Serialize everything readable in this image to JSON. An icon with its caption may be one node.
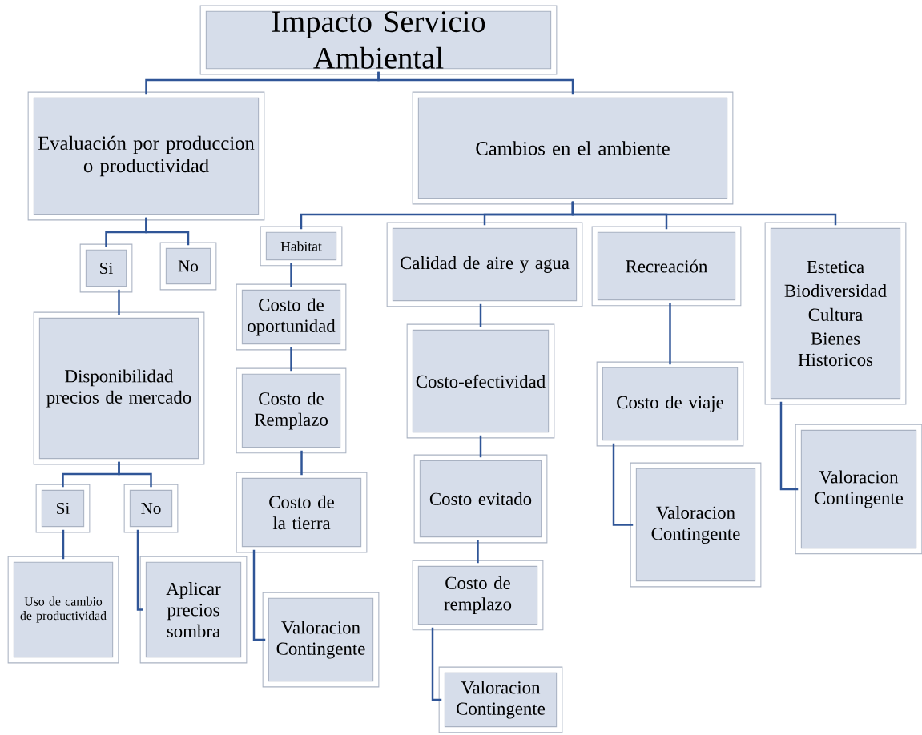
{
  "diagram": {
    "nodes": [
      {
        "text": [
          "Impacto Servicio Ambiental"
        ]
      },
      {
        "text": [
          "Evaluación por produccion o productividad"
        ]
      },
      {
        "text": [
          "Cambios en el ambiente"
        ]
      },
      {
        "text": [
          "Si"
        ]
      },
      {
        "text": [
          "No"
        ]
      },
      {
        "text": [
          "Disponibilidad precios de mercado"
        ]
      },
      {
        "text": [
          "Si"
        ]
      },
      {
        "text": [
          "No"
        ]
      },
      {
        "text": [
          "Uso de cambio de productividad"
        ]
      },
      {
        "text": [
          "Aplicar precios sombra"
        ]
      },
      {
        "text": [
          "Habitat"
        ]
      },
      {
        "text": [
          "Costo de oportunidad"
        ]
      },
      {
        "text": [
          "Costo de Remplazo"
        ]
      },
      {
        "text": [
          "Costo de la tierra"
        ]
      },
      {
        "text": [
          "Valoracion Contingente"
        ]
      },
      {
        "text": [
          "Calidad de aire y agua"
        ]
      },
      {
        "text": [
          "Costo-efectividad"
        ]
      },
      {
        "text": [
          "Costo evitado"
        ]
      },
      {
        "text": [
          "Costo de remplazo"
        ]
      },
      {
        "text": [
          "Valoracion Contingente"
        ]
      },
      {
        "text": [
          "Recreación"
        ]
      },
      {
        "text": [
          "Costo de viaje"
        ]
      },
      {
        "text": [
          "Valoracion Contingente"
        ]
      },
      {
        "text": [
          "Estetica",
          "Biodiversidad",
          "Cultura",
          "Bienes Historicos"
        ]
      },
      {
        "text": [
          "Valoracion Contingente"
        ]
      }
    ],
    "edges": [
      {
        "from": 0,
        "to": 1,
        "arrow": "none"
      },
      {
        "from": 0,
        "to": 2,
        "arrow": "none"
      },
      {
        "from": 1,
        "to": 3,
        "arrow": "none"
      },
      {
        "from": 1,
        "to": 4,
        "arrow": "none"
      },
      {
        "from": 3,
        "to": 5,
        "arrow": "none"
      },
      {
        "from": 5,
        "to": 6,
        "arrow": "none"
      },
      {
        "from": 5,
        "to": 7,
        "arrow": "none"
      },
      {
        "from": 6,
        "to": 8,
        "arrow": "none"
      },
      {
        "from": 7,
        "to": 9,
        "arrow": "none"
      },
      {
        "from": 2,
        "to": 10,
        "arrow": "none"
      },
      {
        "from": 2,
        "to": 15,
        "arrow": "none"
      },
      {
        "from": 2,
        "to": 20,
        "arrow": "none"
      },
      {
        "from": 2,
        "to": 23,
        "arrow": "none"
      },
      {
        "from": 10,
        "to": 11,
        "arrow": "none"
      },
      {
        "from": 11,
        "to": 12,
        "arrow": "none"
      },
      {
        "from": 12,
        "to": 13,
        "arrow": "none"
      },
      {
        "from": 13,
        "to": 14,
        "arrow": "none"
      },
      {
        "from": 15,
        "to": 16,
        "arrow": "none"
      },
      {
        "from": 16,
        "to": 17,
        "arrow": "none"
      },
      {
        "from": 17,
        "to": 18,
        "arrow": "none"
      },
      {
        "from": 18,
        "to": 19,
        "arrow": "none"
      },
      {
        "from": 20,
        "to": 21,
        "arrow": "none"
      },
      {
        "from": 21,
        "to": 22,
        "arrow": "none"
      },
      {
        "from": 23,
        "to": 24,
        "arrow": "none"
      }
    ]
  }
}
